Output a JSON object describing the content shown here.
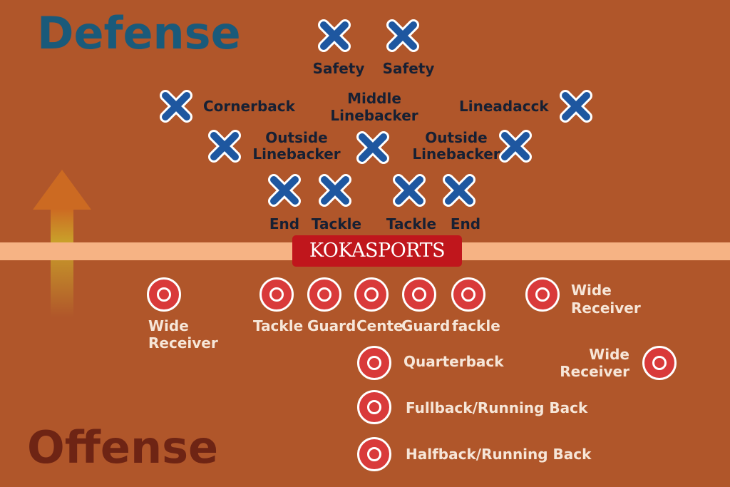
{
  "headings": {
    "defense": "Defense",
    "offense": "Offense"
  },
  "logo_text": "KOKASPORTS",
  "colors": {
    "field": "#b0562a",
    "defense_marker": "#1e57a0",
    "offense_marker": "#d93a3a",
    "scrimmage_line": "#f6b384",
    "logo_bg": "#c0161c",
    "defense_heading": "#1a5a7a",
    "offense_heading": "#6e2414"
  },
  "icons": {
    "defense_marker": "x-mark-icon",
    "offense_marker": "o-circle-icon",
    "direction": "up-arrow-icon"
  },
  "defense": {
    "safety_left": "Safety",
    "safety_right": "Safety",
    "cornerback": "Cornerback",
    "middle_linebacker_line1": "Middle",
    "middle_linebacker_line2": "Linebacker",
    "lineadacck": "Lineadacck",
    "outside_linebacker_left_line1": "Outside",
    "outside_linebacker_left_line2": "Linebacker",
    "outside_linebacker_right_line1": "Outside",
    "outside_linebacker_right_line2": "Linebacker",
    "end_left": "End",
    "tackle_left": "Tackle",
    "tackle_right": "Tackle",
    "end_right": "End"
  },
  "offense": {
    "wide_receiver_left_line1": "Wide",
    "wide_receiver_left_line2": "Receiver",
    "tackle": "Tackle",
    "guard_left": "Guard",
    "center": "Cente",
    "guard_right": "Guard",
    "fackle": "fackle",
    "wide_receiver_right_line1": "Wide",
    "wide_receiver_right_line2": "Receiver",
    "wide_receiver_far_line1": "Wide",
    "wide_receiver_far_line2": "Receiver",
    "quarterback": "Quarterback",
    "fullback": "Fullback/Running Back",
    "halfback": "Halfback/Running Back"
  }
}
